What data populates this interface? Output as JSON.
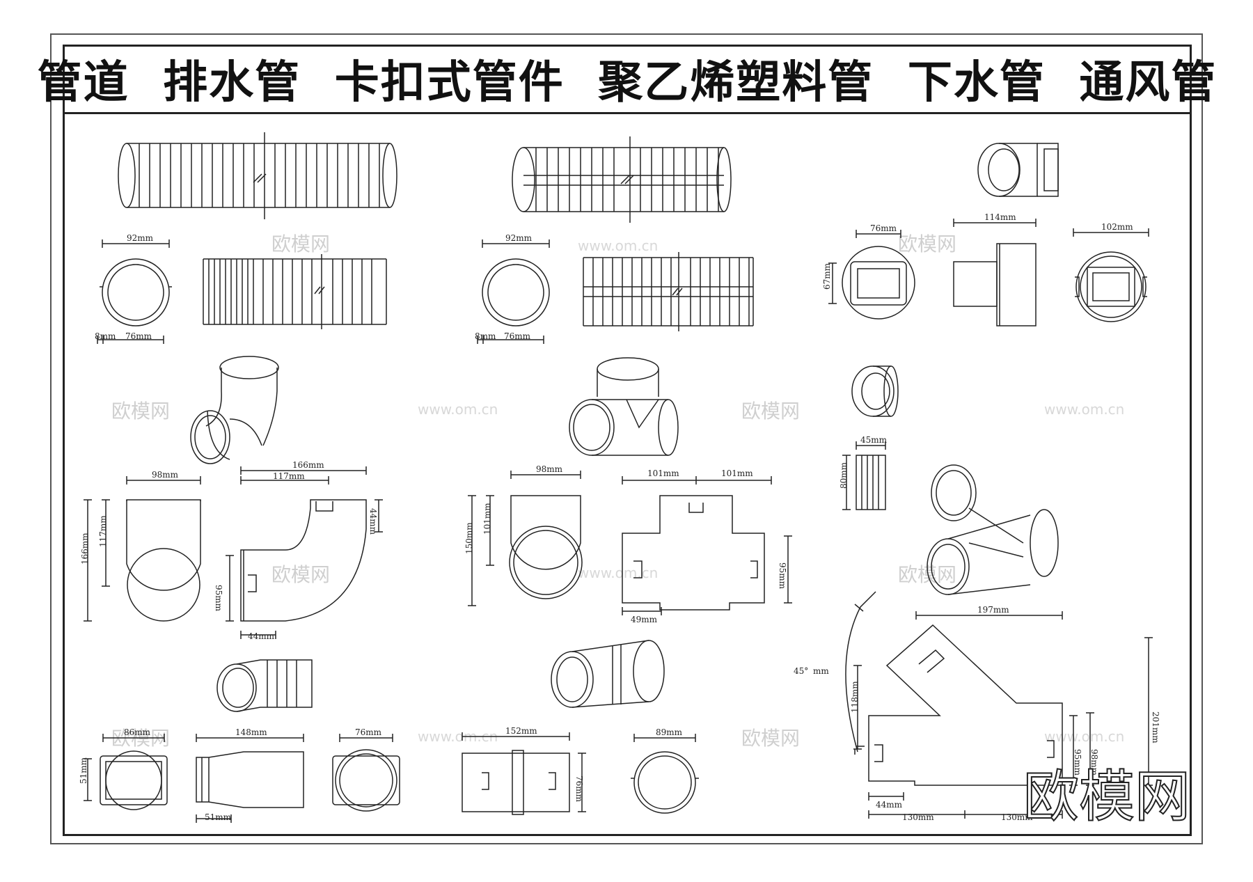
{
  "title": "管道  排水管  卡扣式管件  聚乙烯塑料管  下水管  通风管",
  "watermark": {
    "brand": "欧模网",
    "url": "www.om.cn"
  },
  "brand_logo": "欧模网",
  "dims": {
    "d1": "92mm",
    "d2": "8mm",
    "d3": "76mm",
    "d4": "92mm",
    "d5": "8mm",
    "d6": "76mm",
    "d7": "76mm",
    "d8": "114mm",
    "d9": "102mm",
    "d10": "67mm",
    "d11": "45mm",
    "d12": "80mm",
    "d13": "98mm",
    "d14": "166mm",
    "d15": "117mm",
    "d16": "166mm",
    "d17": "117mm",
    "d18": "44mm",
    "d19": "95mm",
    "d20": "44mm",
    "d21": "98mm",
    "d22": "150mm",
    "d23": "101mm",
    "d24": "101mm",
    "d25": "101mm",
    "d26": "95mm",
    "d27": "49mm",
    "d28": "45°",
    "d29": "mm",
    "d30": "197mm",
    "d31": "118mm",
    "d32": "201mm",
    "d33": "95mm",
    "d34": "98mm",
    "d35": "44mm",
    "d36": "130mm",
    "d37": "130mm",
    "d38": "86mm",
    "d39": "51mm",
    "d40": "148mm",
    "d41": "51mm",
    "d42": "76mm",
    "d43": "152mm",
    "d44": "76mm",
    "d45": "89mm"
  },
  "colors": {
    "line": "#222222",
    "frame": "#222222",
    "watermark": "#cfcfcf"
  }
}
